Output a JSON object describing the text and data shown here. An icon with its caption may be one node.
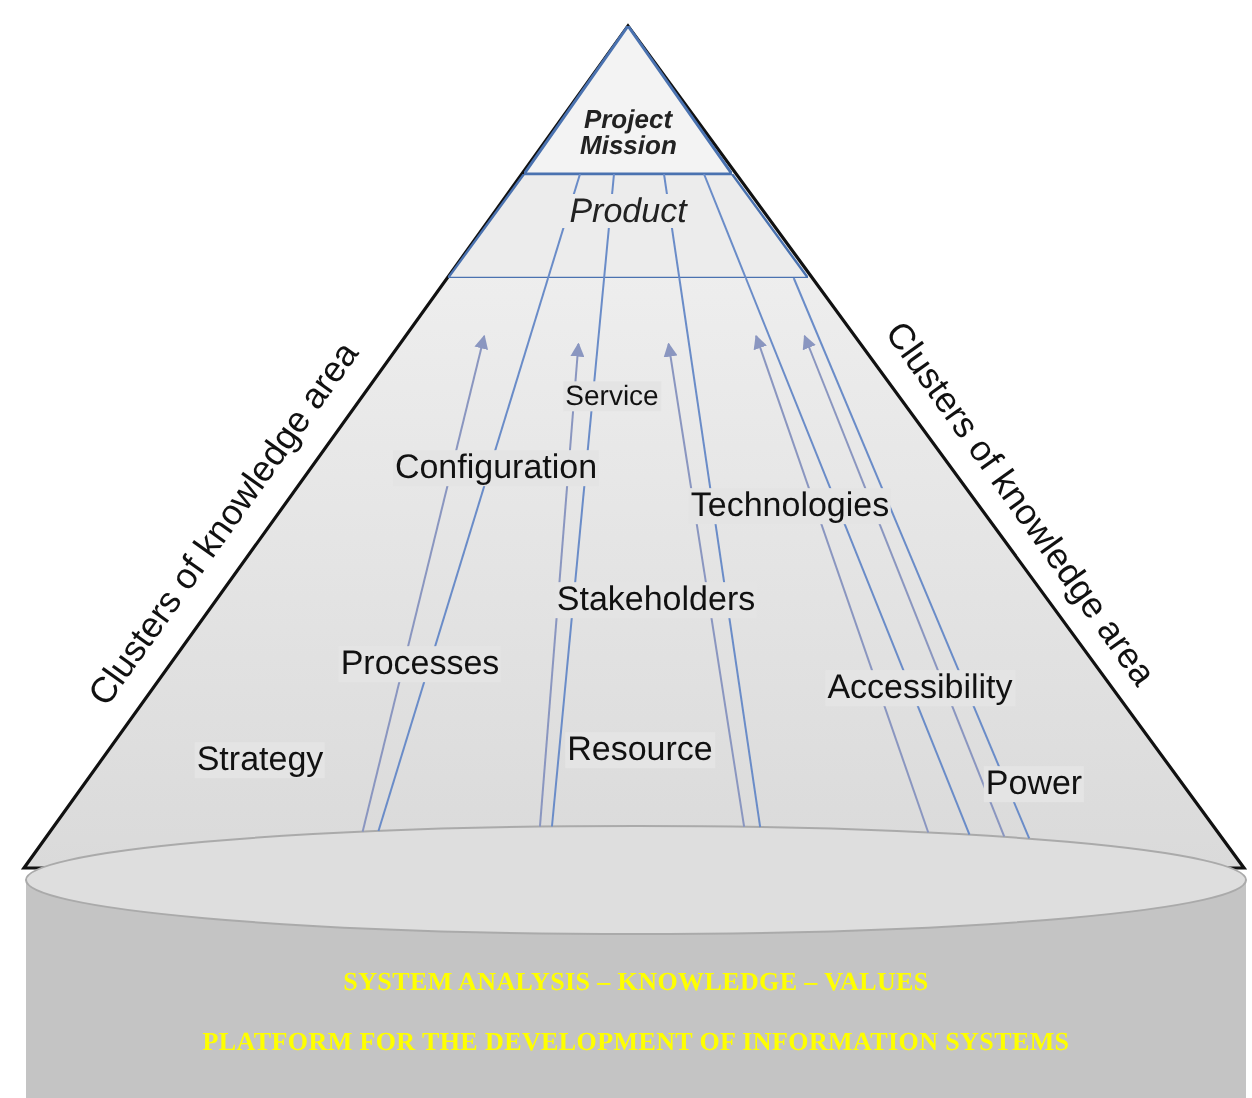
{
  "diagram": {
    "nodes": [
      {
        "text": [
          "Project Mission"
        ]
      },
      {
        "text": [
          "Product"
        ]
      },
      {
        "text": [
          "SYSTEM ANALYSIS –  KNOWLEDGE – VALUES",
          "PLATFORM FOR THE DEVELOPMENT OF INFORMATION SYSTEMS"
        ]
      }
    ],
    "edges": [
      {
        "from": 2,
        "to": null,
        "arrow": "to"
      },
      {
        "from": 2,
        "to": 1,
        "arrow": "none"
      },
      {
        "from": 2,
        "to": null,
        "arrow": "to"
      },
      {
        "from": 2,
        "to": 1,
        "arrow": "none"
      },
      {
        "from": 2,
        "to": null,
        "arrow": "to"
      },
      {
        "from": 2,
        "to": 1,
        "arrow": "none"
      },
      {
        "from": 2,
        "to": null,
        "arrow": "to"
      },
      {
        "from": 2,
        "to": 1,
        "arrow": "none"
      },
      {
        "from": 2,
        "to": null,
        "arrow": "to"
      },
      {
        "from": 2,
        "to": 1,
        "arrow": "none"
      }
    ],
    "labels": [
      "Clusters of knowledge area",
      "Clusters of knowledge area",
      "Service",
      "Configuration",
      "Technologies",
      "Stakeholders",
      "Processes",
      "Accessibility",
      "Strategy",
      "Resource",
      "Power"
    ]
  }
}
